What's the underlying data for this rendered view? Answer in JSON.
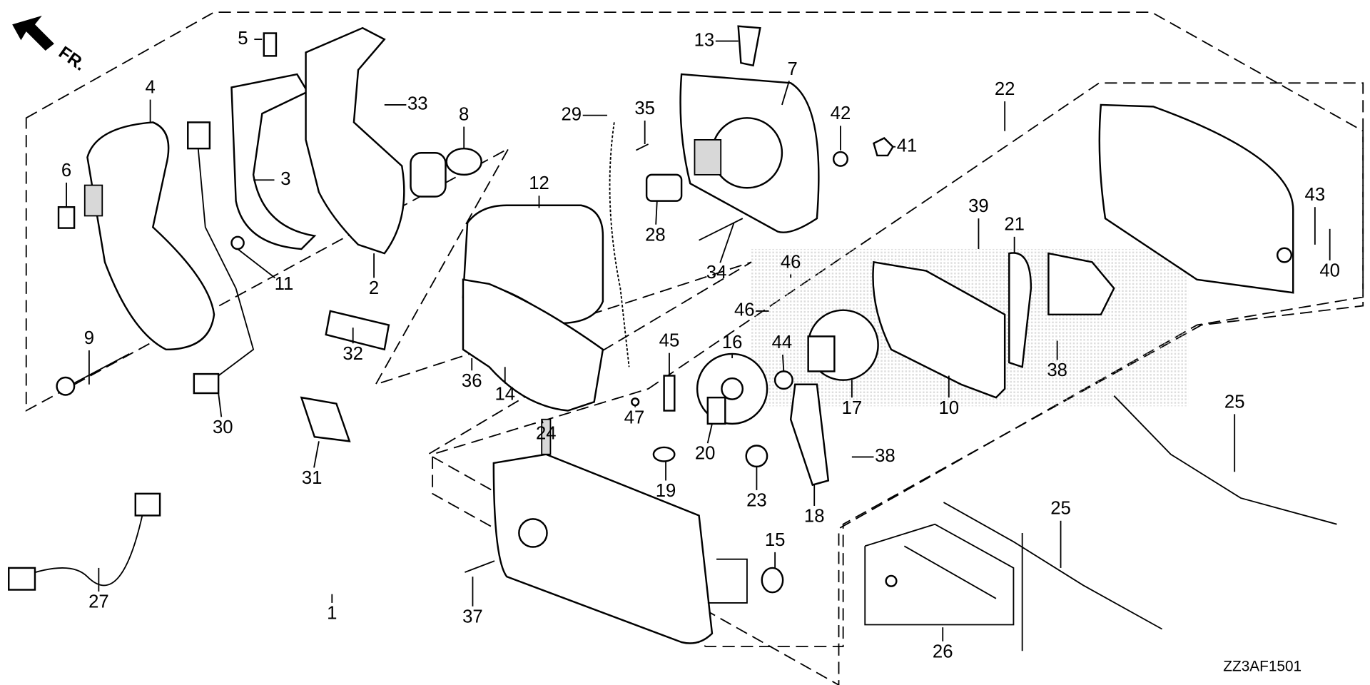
{
  "diagram": {
    "direction_label": "FR.",
    "code": "ZZ3AF1501",
    "part_numbers": [
      "5",
      "4",
      "33",
      "8",
      "29",
      "13",
      "7",
      "35",
      "42",
      "41",
      "22",
      "12",
      "6",
      "3",
      "11",
      "2",
      "28",
      "39",
      "21",
      "43",
      "40",
      "34",
      "46",
      "46",
      "9",
      "32",
      "36",
      "14",
      "16",
      "44",
      "45",
      "17",
      "10",
      "38",
      "25",
      "30",
      "24",
      "47",
      "20",
      "19",
      "23",
      "18",
      "38",
      "31",
      "25",
      "15",
      "27",
      "1",
      "37",
      "26"
    ],
    "colors": {
      "line": "#000000",
      "background": "#ffffff",
      "shading": "#d8d8d8"
    }
  }
}
